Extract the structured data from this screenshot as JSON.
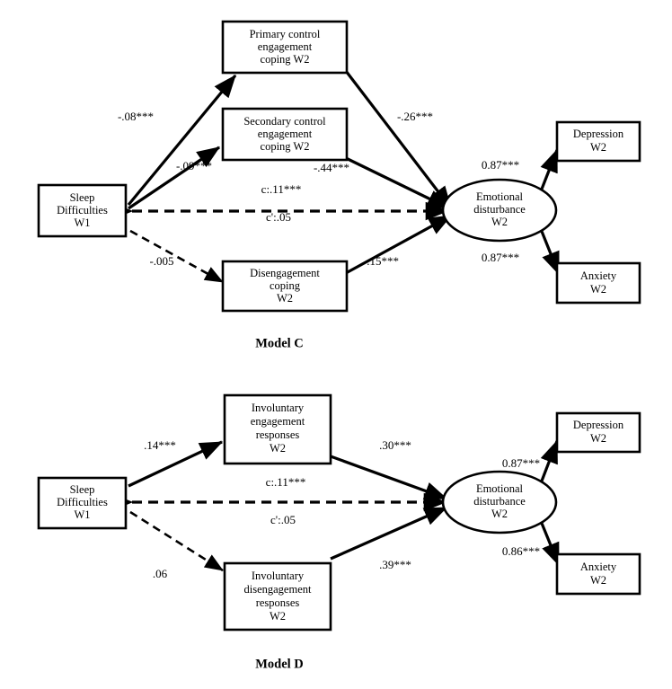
{
  "figure": {
    "type": "path-diagram",
    "models": [
      {
        "id": "model-c",
        "caption": "Model C",
        "nodes": {
          "predictor": {
            "lines": [
              "Sleep",
              "Difficulties",
              "W1"
            ],
            "shape": "rect"
          },
          "mediator1": {
            "lines": [
              "Primary control",
              "engagement",
              "coping W2"
            ],
            "shape": "rect"
          },
          "mediator2": {
            "lines": [
              "Secondary control",
              "engagement",
              "coping W2"
            ],
            "shape": "rect"
          },
          "mediator3": {
            "lines": [
              "Disengagement",
              "coping",
              "W2"
            ],
            "shape": "rect"
          },
          "outcome": {
            "lines": [
              "Emotional",
              "disturbance",
              "W2"
            ],
            "shape": "ellipse"
          },
          "indicator1": {
            "lines": [
              "Depression",
              "W2"
            ],
            "shape": "rect"
          },
          "indicator2": {
            "lines": [
              "Anxiety",
              "W2"
            ],
            "shape": "rect"
          }
        },
        "paths": [
          {
            "id": "pred-to-med1",
            "label": "-.08***",
            "style": "solid"
          },
          {
            "id": "pred-to-med2",
            "label": "-.09***",
            "style": "solid"
          },
          {
            "id": "pred-to-med3",
            "label": "-.005",
            "style": "dashed"
          },
          {
            "id": "med1-to-outcome",
            "label": "-.26***",
            "style": "solid"
          },
          {
            "id": "med2-to-outcome",
            "label": "-.44***",
            "style": "solid"
          },
          {
            "id": "med3-to-outcome",
            "label": "-.15***",
            "style": "solid"
          },
          {
            "id": "direct-total",
            "label": "c:.11***",
            "style": "dashed"
          },
          {
            "id": "direct-residual",
            "label": "c':.05",
            "style": "dashed"
          },
          {
            "id": "outcome-to-indicator1",
            "label": "0.87***",
            "style": "solid"
          },
          {
            "id": "outcome-to-indicator2",
            "label": "0.87***",
            "style": "solid"
          }
        ]
      },
      {
        "id": "model-d",
        "caption": "Model D",
        "nodes": {
          "predictor": {
            "lines": [
              "Sleep",
              "Difficulties",
              "W1"
            ],
            "shape": "rect"
          },
          "mediator1": {
            "lines": [
              "Involuntary",
              "engagement",
              "responses",
              "W2"
            ],
            "shape": "rect"
          },
          "mediator2": {
            "lines": [
              "Involuntary",
              "disengagement",
              "responses",
              "W2"
            ],
            "shape": "rect"
          },
          "outcome": {
            "lines": [
              "Emotional",
              "disturbance",
              "W2"
            ],
            "shape": "ellipse"
          },
          "indicator1": {
            "lines": [
              "Depression",
              "W2"
            ],
            "shape": "rect"
          },
          "indicator2": {
            "lines": [
              "Anxiety",
              "W2"
            ],
            "shape": "rect"
          }
        },
        "paths": [
          {
            "id": "pred-to-med1",
            "label": ".14***",
            "style": "solid"
          },
          {
            "id": "pred-to-med2",
            "label": ".06",
            "style": "dashed"
          },
          {
            "id": "med1-to-outcome",
            "label": ".30***",
            "style": "solid"
          },
          {
            "id": "med2-to-outcome",
            "label": ".39***",
            "style": "solid"
          },
          {
            "id": "direct-total",
            "label": "c:.11***",
            "style": "dashed"
          },
          {
            "id": "direct-residual",
            "label": "c':.05",
            "style": "dashed"
          },
          {
            "id": "outcome-to-indicator1",
            "label": "0.87***",
            "style": "solid"
          },
          {
            "id": "outcome-to-indicator2",
            "label": "0.86***",
            "style": "solid"
          }
        ]
      }
    ]
  }
}
